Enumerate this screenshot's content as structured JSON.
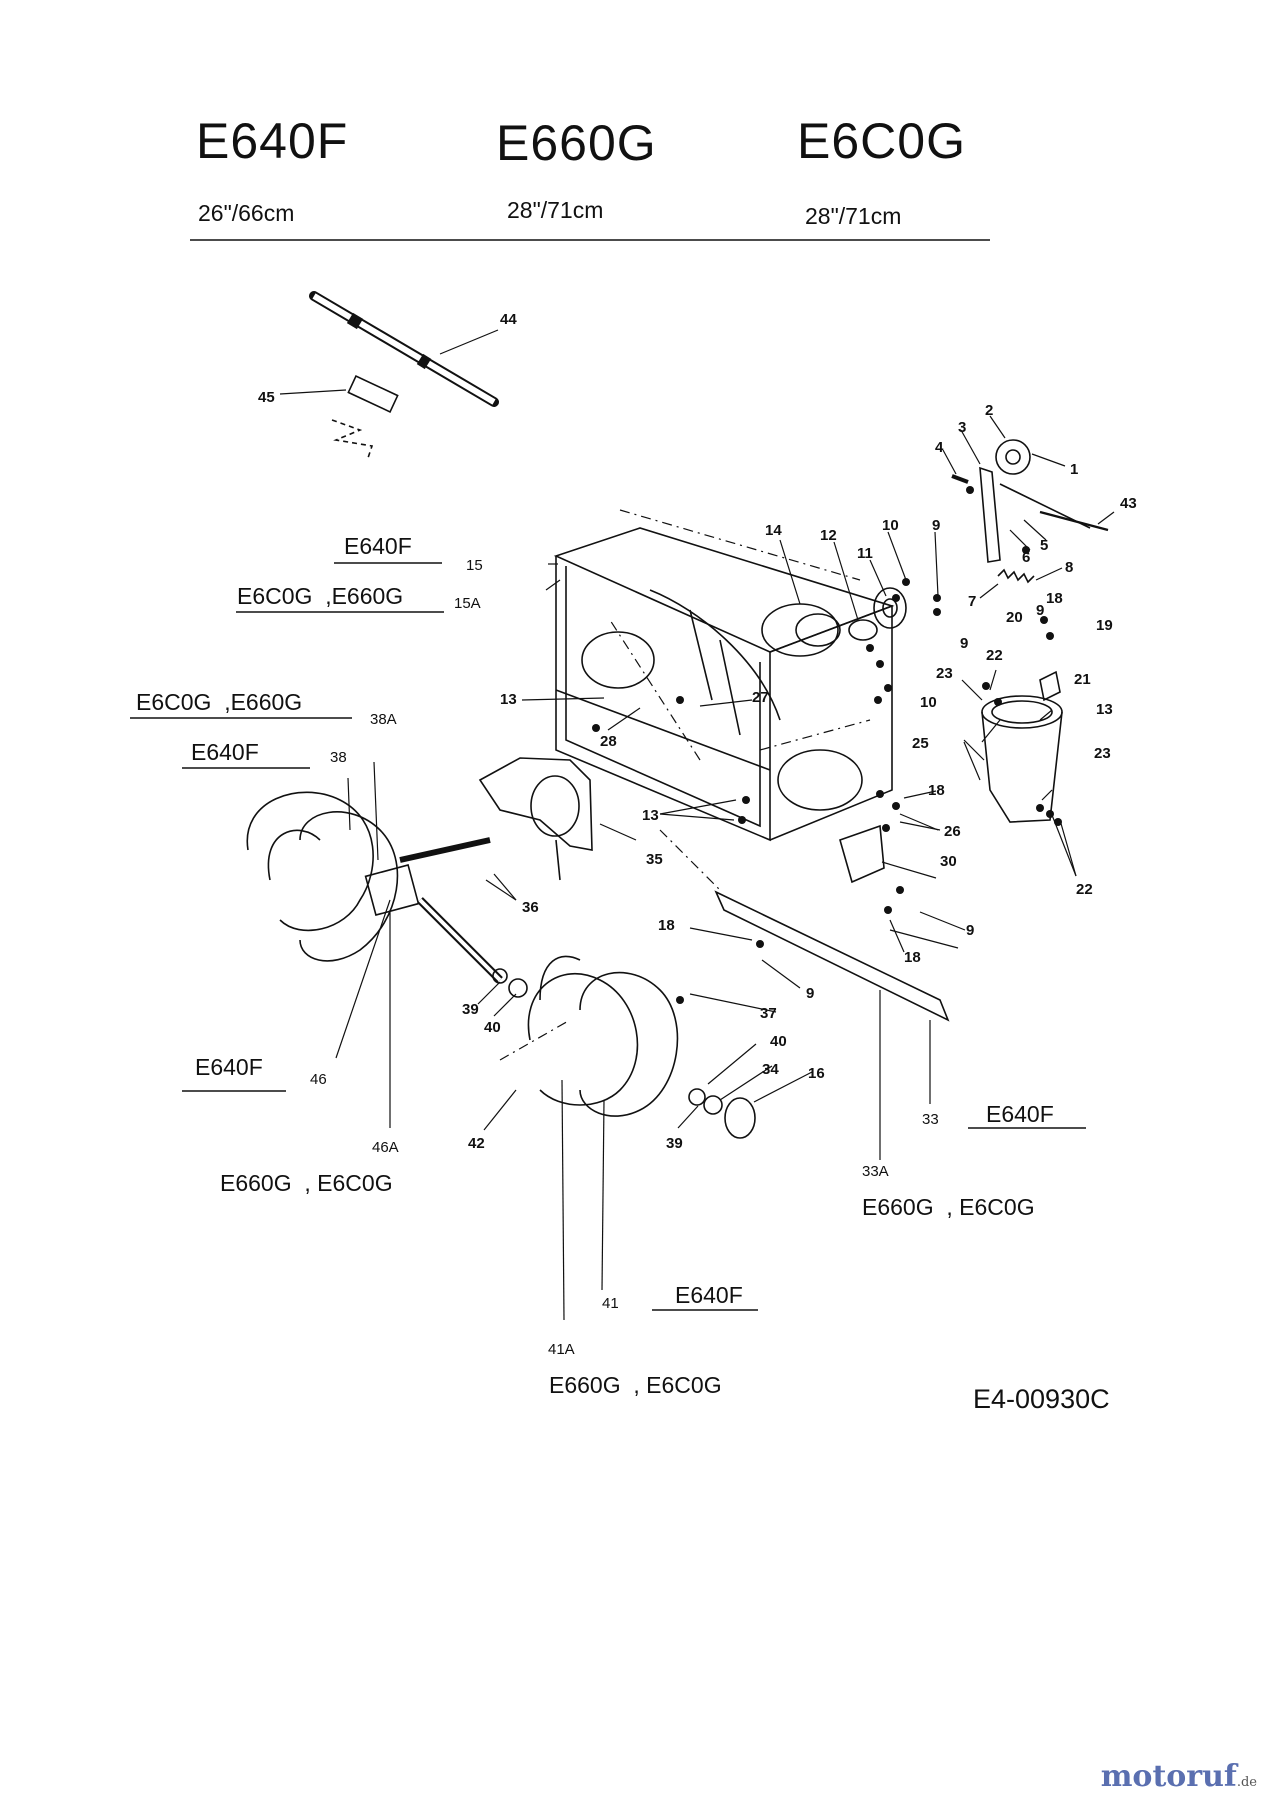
{
  "header": {
    "models": [
      "E640F",
      "E660G",
      "E6C0G"
    ],
    "sizes": [
      "26\"/66cm",
      "28\"/71cm",
      "28\"/71cm"
    ]
  },
  "labels": {
    "e640f_15": "E640F",
    "e6c0g_e660g_15a": "E6C0G  ,E660G",
    "e6c0g_e660g_38a": "E6C0G  ,E660G",
    "e640f_38": "E640F",
    "e640f_46": "E640F",
    "e660g_e6c0g_46a": "E660G  , E6C0G",
    "e640f_33": "E640F",
    "e660g_e6c0g_33a": "E660G  , E6C0G",
    "e640f_41": "E640F",
    "e660g_e6c0g_41a": "E660G  , E6C0G"
  },
  "diagram_code": "E4-00930C",
  "watermark": {
    "brand": "motoruf",
    "tld": ".de"
  },
  "callouts": {
    "c1": "1",
    "c2": "2",
    "c3": "3",
    "c4": "4",
    "c5": "5",
    "c6": "6",
    "c7": "7",
    "c8": "8",
    "c9a": "9",
    "c9b": "9",
    "c9c": "9",
    "c9d": "9",
    "c9e": "9",
    "c10a": "10",
    "c10b": "10",
    "c11": "11",
    "c12": "12",
    "c13a": "13",
    "c13b": "13",
    "c13c": "13",
    "c14": "14",
    "c15": "15",
    "c15a": "15A",
    "c16": "16",
    "c18a": "18",
    "c18b": "18",
    "c18c": "18",
    "c18d": "18",
    "c19": "19",
    "c20": "20",
    "c21": "21",
    "c22a": "22",
    "c22b": "22",
    "c23a": "23",
    "c23b": "23",
    "c25": "25",
    "c26": "26",
    "c27": "27",
    "c28": "28",
    "c30": "30",
    "c33": "33",
    "c33a": "33A",
    "c34": "34",
    "c35": "35",
    "c36": "36",
    "c37": "37",
    "c38": "38",
    "c38a": "38A",
    "c39a": "39",
    "c39b": "39",
    "c40a": "40",
    "c40b": "40",
    "c41": "41",
    "c41a": "41A",
    "c42": "42",
    "c43": "43",
    "c44": "44",
    "c45": "45",
    "c46": "46",
    "c46a": "46A"
  }
}
